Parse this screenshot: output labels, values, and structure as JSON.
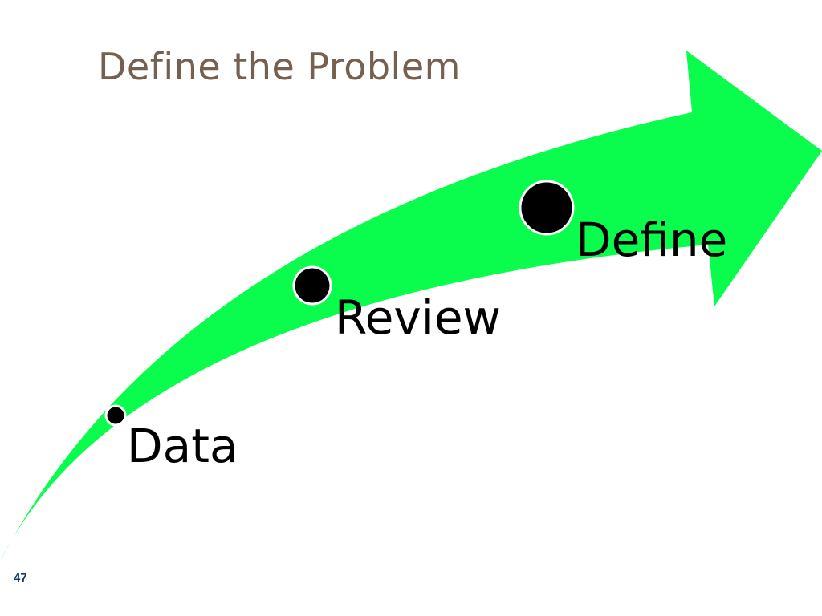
{
  "slide": {
    "title": "Define the Problem",
    "page_number": "47"
  },
  "steps": [
    {
      "label": "Data"
    },
    {
      "label": "Review"
    },
    {
      "label": "Define"
    }
  ],
  "colors": {
    "arrow_fill": "#0afc4c",
    "title_text": "#76604f",
    "dot_fill": "#000000",
    "page_number_text": "#0d3a64"
  }
}
